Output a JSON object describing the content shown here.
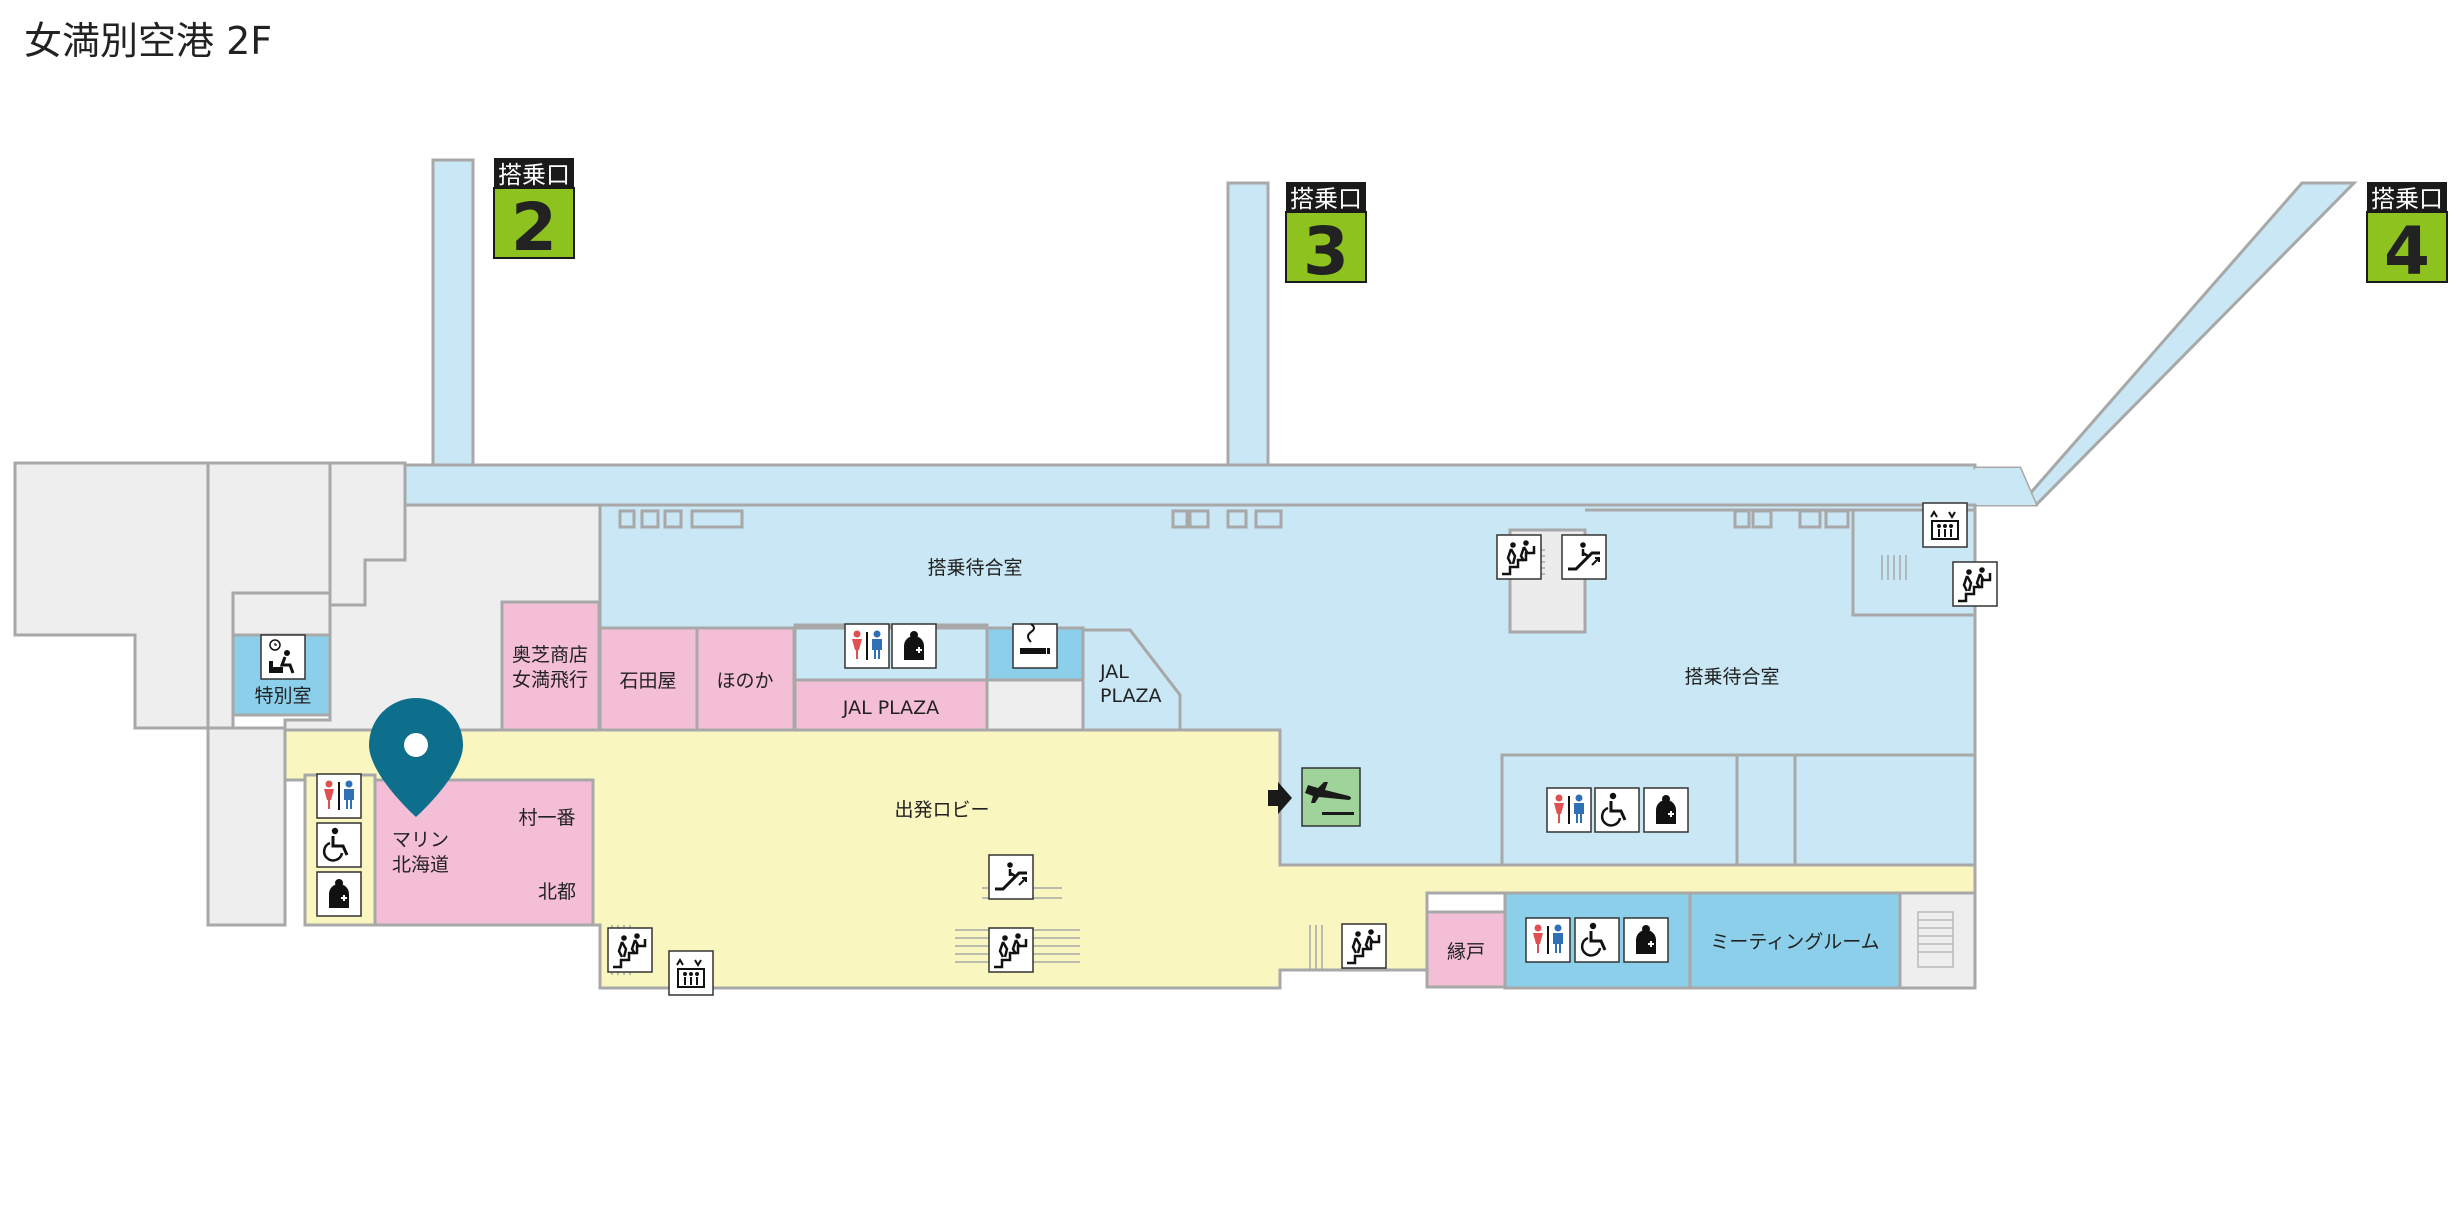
{
  "title": "女満別空港 2F",
  "colors": {
    "gate_area": "#c9e7f4",
    "lobby": "#faf6c0",
    "shop": "#f4bfd6",
    "facility_blue": "#8ccfea",
    "office_gray": "#eeeeee",
    "gate_badge": "#8dc21f",
    "pin": "#0d6f8c"
  },
  "gates": [
    {
      "label": "搭乗口",
      "number": "2"
    },
    {
      "label": "搭乗口",
      "number": "3"
    },
    {
      "label": "搭乗口",
      "number": "4"
    }
  ],
  "rooms": {
    "waiting_room_1": "搭乗待合室",
    "waiting_room_2": "搭乗待合室",
    "departure_lobby": "出発ロビー",
    "special_room": "特別室",
    "meeting_room": "ミーティングルーム",
    "jal_plaza_shop": "JAL PLAZA",
    "jal_plaza_gate_1": "JAL",
    "jal_plaza_gate_2": "PLAZA"
  },
  "shops": {
    "okushiba_1": "奥芝商店",
    "okushiba_2": "女満飛行",
    "ishidaya": "石田屋",
    "honoka": "ほのか",
    "marine_1": "マリン",
    "marine_2": "北海道",
    "muraichiban": "村一番",
    "hokuto": "北都",
    "enishi": "縁戸"
  },
  "icons": [
    "restroom-icon",
    "wheelchair-icon",
    "nursing-room-icon",
    "smoking-room-icon",
    "stairs-icon",
    "escalator-icon",
    "elevator-icon",
    "departure-gate-icon",
    "lounge-icon",
    "location-pin-icon"
  ]
}
